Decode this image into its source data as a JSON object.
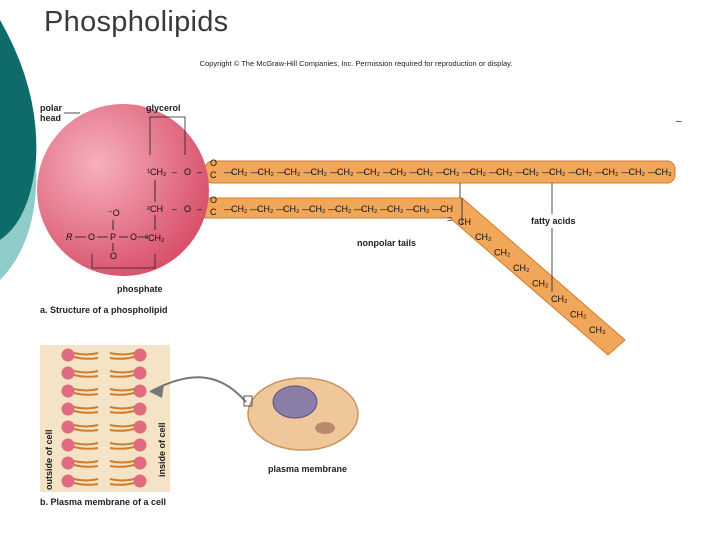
{
  "slide": {
    "title": "Phospholipids",
    "copyright": "Copyright © The McGraw-Hill Companies, Inc. Permission required for reproduction or display."
  },
  "colors": {
    "head_fill": "#e06a80",
    "tail_fill": "#f1a75a",
    "tail_stroke": "#cf7d2c",
    "teal_dark": "#0f6b69",
    "teal_light": "#8ecbc9",
    "membrane_bg": "#f4e3c4"
  },
  "labels": {
    "polar_head": [
      "polar",
      "head"
    ],
    "glycerol": "glycerol",
    "phosphate": "phosphate",
    "fatty_acids": "fatty acids",
    "nonpolar_tails": "nonpolar tails",
    "caption_a": "a. Structure of a  phospholipid",
    "caption_b": "b. Plasma membrane of a cell",
    "plasma_membrane": "plasma membrane",
    "outside_cell": "outside of cell",
    "inside_cell": "inside of cell"
  },
  "chemistry": {
    "c1": "¹CH₂",
    "c2": "²CH",
    "c3": "³CH₂",
    "O": "O",
    "O_minus": "⁻O",
    "P": "P",
    "R": "R",
    "C": "C",
    "eq": "=",
    "dash": "–",
    "ch2": "CH₂",
    "ch3": "CH₃",
    "ch": "CH",
    "bond": "—",
    "double_bond": "="
  }
}
